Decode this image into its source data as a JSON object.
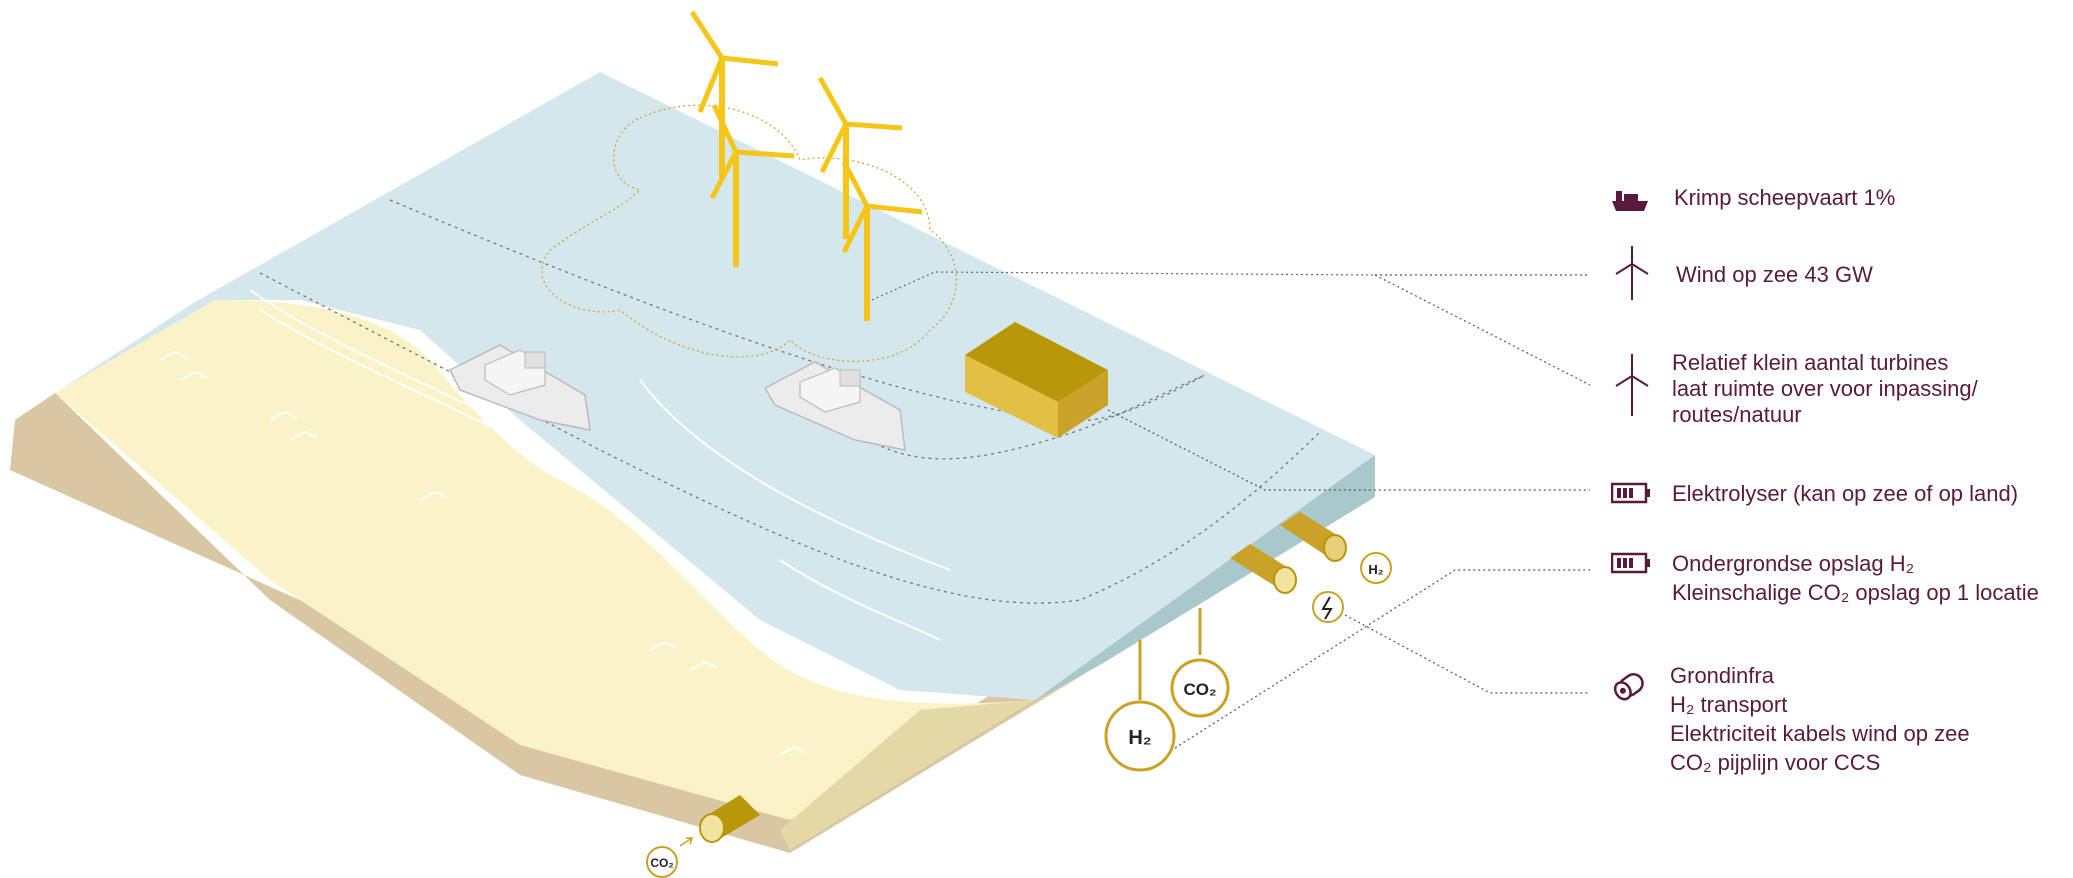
{
  "legend": {
    "shipping": {
      "label": "Krimp scheepvaart 1%"
    },
    "wind": {
      "label": "Wind op zee 43 GW"
    },
    "turbines": {
      "lines": [
        "Relatief klein aantal turbines",
        "laat ruimte over voor inpassing/",
        "routes/natuur"
      ]
    },
    "electrolyser": {
      "label": "Elektrolyser (kan op zee of op land)"
    },
    "storage": {
      "lines": [
        "Ondergrondse opslag H₂",
        "Kleinschalige CO₂ opslag op 1 locatie"
      ]
    },
    "infra": {
      "lines": [
        "Grondinfra",
        "H₂ transport",
        "Elektriciteit kabels wind op zee",
        "CO₂ pijplijn voor CCS"
      ]
    }
  },
  "markers": {
    "h2_main": "H₂",
    "co2_main": "CO₂",
    "h2_small": "H₂",
    "co2_shore": "CO₂"
  },
  "colors": {
    "legend_text": "#5a1a3c",
    "sea": "#d3e7ec",
    "sea_side": "#a9c8cc",
    "beach": "#faf3c8",
    "soil": "#d9c7a4",
    "turbine": "#f5c518",
    "gold": "#c9a227"
  }
}
